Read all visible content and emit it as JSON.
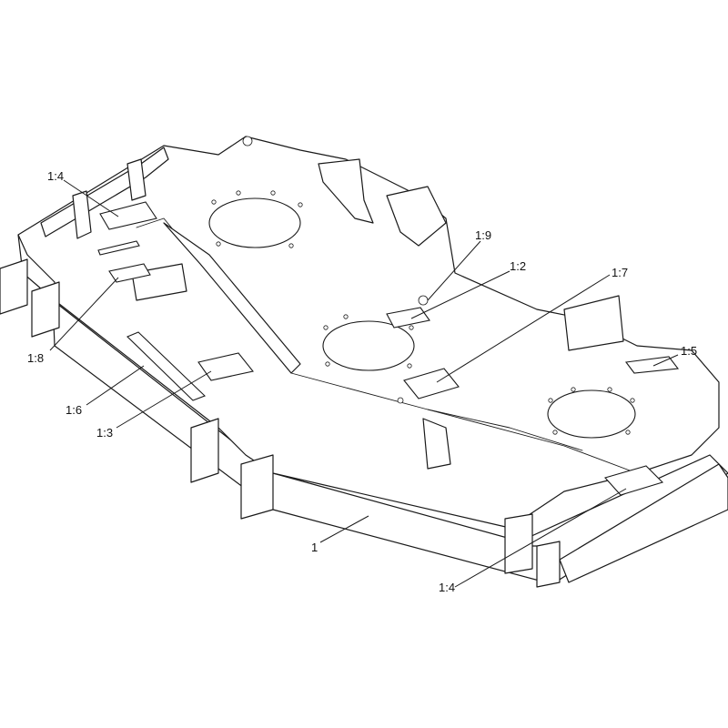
{
  "callouts": [
    {
      "id": "c1",
      "label": "1:4"
    },
    {
      "id": "c2",
      "label": "1:8"
    },
    {
      "id": "c3",
      "label": "1:6"
    },
    {
      "id": "c4",
      "label": "1:3"
    },
    {
      "id": "c5",
      "label": "1:9"
    },
    {
      "id": "c6",
      "label": "1:2"
    },
    {
      "id": "c7",
      "label": "1:7"
    },
    {
      "id": "c8",
      "label": "1:5"
    },
    {
      "id": "c9",
      "label": "1"
    },
    {
      "id": "c10",
      "label": "1:4"
    }
  ],
  "colors": {
    "line": "#1a1a1a",
    "background": "#ffffff"
  }
}
